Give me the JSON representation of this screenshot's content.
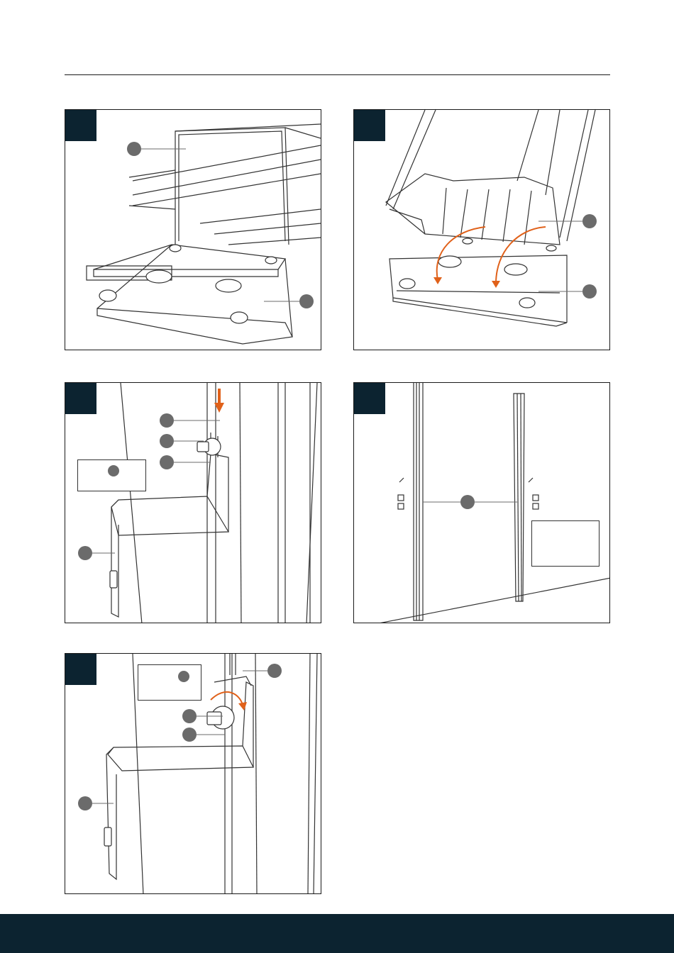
{
  "page": {
    "accent_color": "#e0611a",
    "dark_color": "#0c2330",
    "callout_color": "#6b6b6b"
  },
  "panels": [
    {
      "id": "panel-1",
      "callout_count": 2,
      "arrows": 0
    },
    {
      "id": "panel-2",
      "callout_count": 2,
      "arrows": 2
    },
    {
      "id": "panel-3",
      "callout_count": 5,
      "arrows": 1,
      "note_boxes": 1
    },
    {
      "id": "panel-4",
      "callout_count": 1,
      "arrows": 0,
      "note_boxes": 1
    },
    {
      "id": "panel-5",
      "callout_count": 5,
      "arrows": 1,
      "note_boxes": 1
    }
  ]
}
